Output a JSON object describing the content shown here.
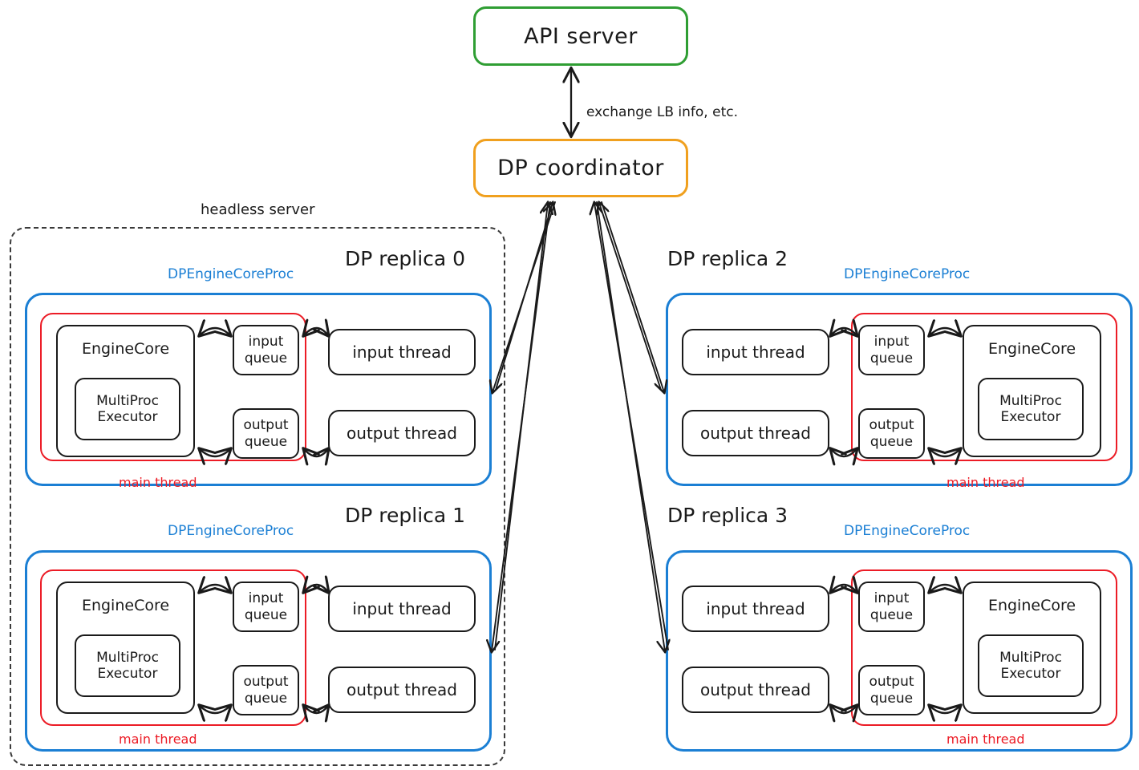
{
  "diagram": {
    "title_nodes": {
      "api_server": "API server",
      "dp_coordinator": "DP coordinator"
    },
    "edge_labels": {
      "coordinator_api": "exchange LB info, etc."
    },
    "group_labels": {
      "headless_server": "headless server"
    },
    "colors": {
      "api_server_border": "#2f9e33",
      "coordinator_border": "#f0a01e",
      "proc_border": "#1b7fd4",
      "main_thread_border": "#ec1c26",
      "node_border": "#1a1a1a",
      "headless_border": "#3a3a3a"
    },
    "common": {
      "proc_label": "DPEngineCoreProc",
      "main_thread_label": "main thread",
      "engine_core": "EngineCore",
      "multiproc_executor": "MultiProc\nExecutor",
      "multiproc_executor_line1": "MultiProc",
      "multiproc_executor_line2": "Executor",
      "input_queue_line1": "input",
      "input_queue_line2": "queue",
      "output_queue_line1": "output",
      "output_queue_line2": "queue",
      "input_thread": "input thread",
      "output_thread": "output thread"
    },
    "replicas": [
      {
        "id": 0,
        "label": "DP replica 0",
        "orientation": "left"
      },
      {
        "id": 1,
        "label": "DP replica 1",
        "orientation": "left"
      },
      {
        "id": 2,
        "label": "DP replica 2",
        "orientation": "right"
      },
      {
        "id": 3,
        "label": "DP replica 3",
        "orientation": "right"
      }
    ]
  }
}
